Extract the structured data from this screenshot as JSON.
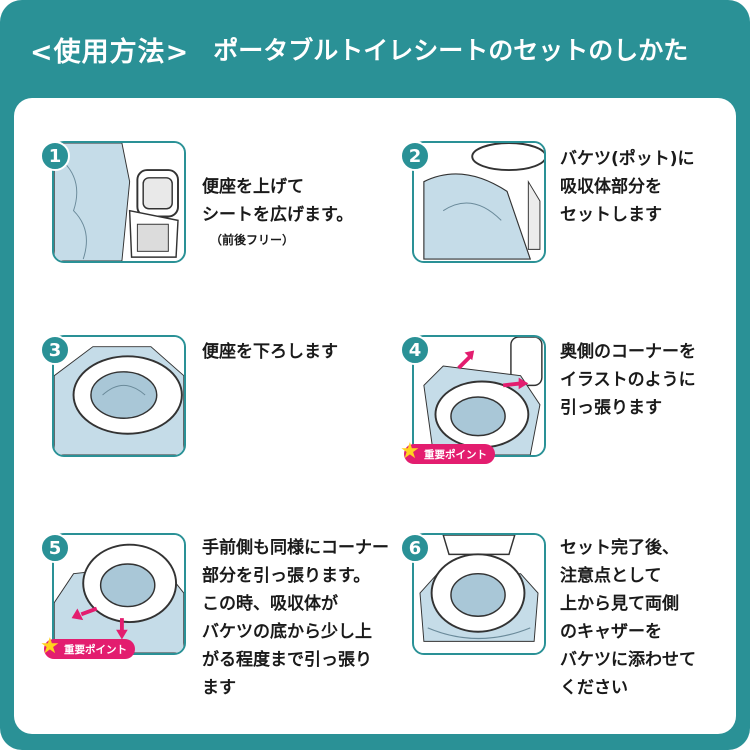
{
  "header": {
    "title": "<使用方法>",
    "subtitle": "ポータブルトイレシートのセットのしかた"
  },
  "badge_label": "重要ポイント",
  "steps": [
    {
      "num": "1",
      "text": "便座を上げて\nシートを広げます。",
      "note": "（前後フリー）"
    },
    {
      "num": "2",
      "text": "バケツ(ポット)に\n吸収体部分を\nセットします"
    },
    {
      "num": "3",
      "text": "便座を下ろします"
    },
    {
      "num": "4",
      "text": "奥側のコーナーを\nイラストのように\n引っ張ります"
    },
    {
      "num": "5",
      "text": "手前側も同様にコーナー\n部分を引っ張ります。\nこの時、吸収体が\nバケツの底から少し上\nがる程度まで引っ張り\nます"
    },
    {
      "num": "6",
      "text": "セット完了後、\n注意点として\n上から見て両側\nのキャザーを\nバケツに添わせて\nください"
    }
  ],
  "colors": {
    "teal": "#2a9196",
    "pink": "#e31d6f",
    "star": "#ffd21f",
    "sheet": "#c5dce8"
  }
}
